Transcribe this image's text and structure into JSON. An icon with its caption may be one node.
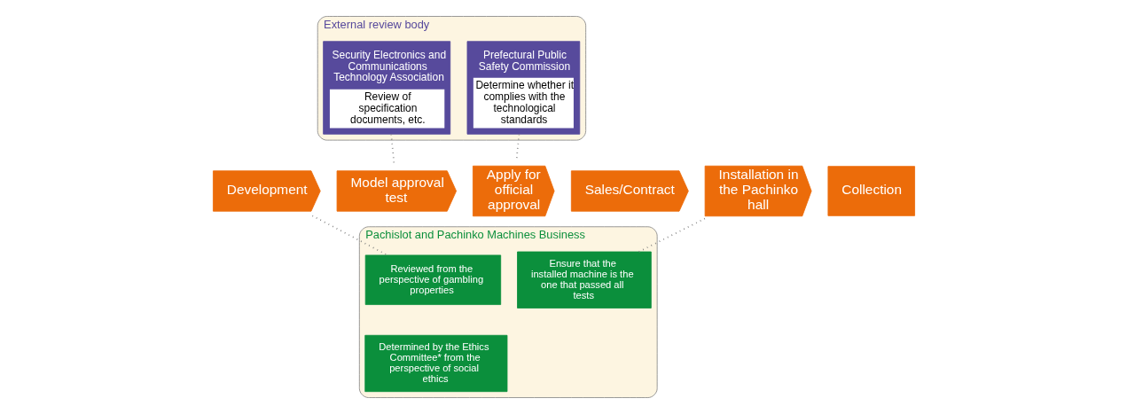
{
  "diagram": {
    "nodes": [
      {
        "text": [
          "External review body"
        ]
      },
      {
        "text": [
          "Security Electronics and Communications Technology Association",
          "Review of specification documents, etc."
        ],
        "in": 0
      },
      {
        "text": [
          "Prefectural Public Safety Commission",
          "Determine whether it complies with the technological standards"
        ],
        "in": 0
      },
      {
        "text": [
          "Development"
        ]
      },
      {
        "text": [
          "Model approval test"
        ]
      },
      {
        "text": [
          "Apply for official approval"
        ]
      },
      {
        "text": [
          "Sales/Contract"
        ]
      },
      {
        "text": [
          "Installation in the Pachinko hall"
        ]
      },
      {
        "text": [
          "Collection"
        ]
      },
      {
        "text": [
          "Pachislot and Pachinko Machines Business"
        ]
      },
      {
        "text": [
          "Reviewed from the perspective of gambling properties"
        ],
        "in": 9
      },
      {
        "text": [
          "Determined by the Ethics Committee* from the perspective of social ethics"
        ],
        "in": 9
      },
      {
        "text": [
          "Ensure that the installed machine is the one that passed all tests"
        ],
        "in": 9
      }
    ],
    "edges": [
      {
        "from": 1,
        "to": 4,
        "arrow": "none",
        "style": "dashed"
      },
      {
        "from": 2,
        "to": 5,
        "arrow": "none",
        "style": "dashed"
      },
      {
        "from": 3,
        "to": 10,
        "arrow": "none",
        "style": "dashed"
      },
      {
        "from": 7,
        "to": 12,
        "arrow": "none",
        "style": "dashed"
      }
    ]
  }
}
